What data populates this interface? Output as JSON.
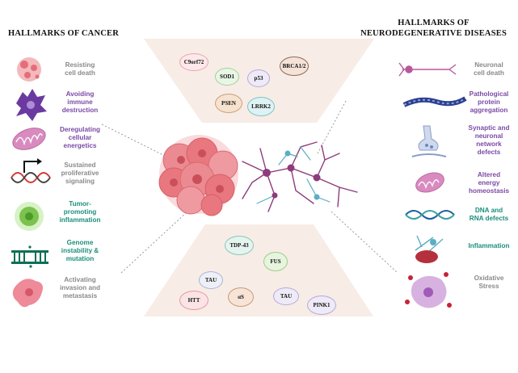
{
  "left": {
    "heading": "HALLMARKS OF CANCER",
    "items": [
      {
        "label": "Resisting cell death",
        "lines": [
          "Resisting",
          "cell death"
        ],
        "color": "#8a8a8a",
        "icon": "apoptotic-cell-icon"
      },
      {
        "label": "Avoiding immune destruction",
        "lines": [
          "Avoiding",
          "immune",
          "destruction"
        ],
        "color": "#7b4aa6",
        "icon": "immune-cell-icon"
      },
      {
        "label": "Deregulating cellular energetics",
        "lines": [
          "Deregulating",
          "cellular",
          "energetics"
        ],
        "color": "#7b4aa6",
        "icon": "mitochondrion-icon"
      },
      {
        "label": "Sustained proliferative signaling",
        "lines": [
          "Sustained",
          "proliferative",
          "signaling"
        ],
        "color": "#8a8a8a",
        "icon": "dna-promoter-icon"
      },
      {
        "label": "Tumor-promoting inflammation",
        "lines": [
          "Tumor-",
          "promoting",
          "inflammation"
        ],
        "color": "#1a8f7a",
        "icon": "inflamed-cell-icon"
      },
      {
        "label": "Genome instability & mutation",
        "lines": [
          "Genome",
          "instability &",
          "mutation"
        ],
        "color": "#1a8f7a",
        "icon": "broken-dna-icon"
      },
      {
        "label": "Activating invasion and metastasis",
        "lines": [
          "Activating",
          "invasion and",
          "metastasis"
        ],
        "color": "#8a8a8a",
        "icon": "migrating-cell-icon"
      }
    ]
  },
  "right": {
    "heading": "HALLMARKS OF NEURODEGENERATIVE DISEASES",
    "heading_lines": [
      "HALLMARKS OF",
      "NEURODEGENERATIVE DISEASES"
    ],
    "items": [
      {
        "label": "Neuronal cell death",
        "lines": [
          "Neuronal",
          "cell death"
        ],
        "color": "#8a8a8a",
        "icon": "neuron-icon"
      },
      {
        "label": "Pathological protein aggregation",
        "lines": [
          "Pathological",
          "protein",
          "aggregation"
        ],
        "color": "#7b4aa6",
        "icon": "protein-fibril-icon"
      },
      {
        "label": "Synaptic and neuronal network defects",
        "lines": [
          "Synaptic and",
          "neuronal",
          "network",
          "defects"
        ],
        "color": "#7b4aa6",
        "icon": "synapse-icon"
      },
      {
        "label": "Altered energy homeostasis",
        "lines": [
          "Altered",
          "energy",
          "homeostasis"
        ],
        "color": "#7b4aa6",
        "icon": "mitochondrion-icon"
      },
      {
        "label": "DNA and RNA defects",
        "lines": [
          "DNA and",
          "RNA defects"
        ],
        "color": "#1a8f7a",
        "icon": "dna-helix-icon"
      },
      {
        "label": "Inflammation",
        "lines": [
          "Inflammation"
        ],
        "color": "#1a8f7a",
        "icon": "glial-cell-icon"
      },
      {
        "label": "Oxidative Stress",
        "lines": [
          "Oxidative",
          "Stress"
        ],
        "color": "#8a8a8a",
        "icon": "ros-cell-icon"
      }
    ]
  },
  "genes_top": [
    {
      "label": "C9orf72",
      "fill": "#fde8ea",
      "stroke": "#e9a4ac"
    },
    {
      "label": "SOD1",
      "fill": "#e9f6e6",
      "stroke": "#9fd195"
    },
    {
      "label": "p53",
      "fill": "#eeeaf7",
      "stroke": "#b6a9d9"
    },
    {
      "label": "BRCA1/2",
      "fill": "#f5e3d8",
      "stroke": "#8b6a5a"
    },
    {
      "label": "PSEN",
      "fill": "#f7e2cf",
      "stroke": "#c9a07d"
    },
    {
      "label": "LRRK2",
      "fill": "#dff2f3",
      "stroke": "#7fc4c9"
    }
  ],
  "genes_bottom": [
    {
      "label": "TDP-43",
      "fill": "#e6f4f0",
      "stroke": "#87c8b8"
    },
    {
      "label": "FUS",
      "fill": "#e7f5de",
      "stroke": "#9ccf86"
    },
    {
      "label": "TAU",
      "fill": "#eef0f8",
      "stroke": "#aab3d6"
    },
    {
      "label": "HTT",
      "fill": "#fbe4e6",
      "stroke": "#e59aa3"
    },
    {
      "label": "αS",
      "fill": "#f8e4d6",
      "stroke": "#c99a77"
    },
    {
      "label": "TAU",
      "fill": "#eeebf7",
      "stroke": "#b4a9d8"
    },
    {
      "label": "PINK1",
      "fill": "#eeeaf7",
      "stroke": "#b6a9d9"
    }
  ],
  "colors": {
    "purple": "#7b4aa6",
    "teal": "#1a8f7a",
    "gray": "#8a8a8a",
    "tumor": "#e9777f",
    "panel": "#f7ece6"
  }
}
